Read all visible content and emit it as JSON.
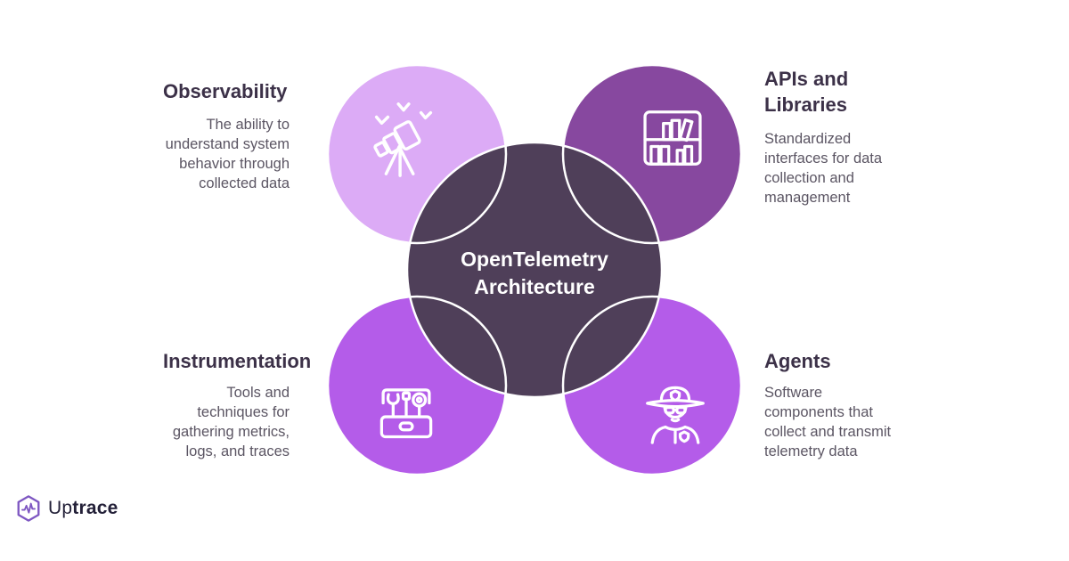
{
  "center": {
    "label": "OpenTelemetry\nArchitecture"
  },
  "nodes": {
    "observability": {
      "title": "Observability",
      "description": "The ability to\nunderstand system\nbehavior through\ncollected data",
      "icon": "telescope-icon"
    },
    "apis_libraries": {
      "title": "APIs and\nLibraries",
      "description": "Standardized\ninterfaces for data\ncollection and\nmanagement",
      "icon": "bookshelf-icon"
    },
    "instrumentation": {
      "title": "Instrumentation",
      "description": "Tools and\ntechniques for\ngathering metrics,\nlogs, and traces",
      "icon": "toolbox-icon"
    },
    "agents": {
      "title": "Agents",
      "description": "Software\ncomponents that\ncollect and transmit\ntelemetry data",
      "icon": "agent-icon"
    }
  },
  "logo": {
    "brand_regular": "Up",
    "brand_bold": "trace",
    "icon": "uptrace-hexagon-pulse-icon"
  },
  "colors": {
    "background": "#FFFFFF",
    "circle_observability": "#DCABF6",
    "circle_apis": "#87489F",
    "circle_instrumentation": "#B45CE9",
    "circle_agents": "#B45CE9",
    "circle_center": "#4F3F59",
    "circle_stroke": "#FFFFFF",
    "heading_text": "#3C3148",
    "body_text": "#5B5563",
    "center_text": "#FFFFFF",
    "logo_accent": "#7E57C2",
    "logo_text": "#232038"
  }
}
